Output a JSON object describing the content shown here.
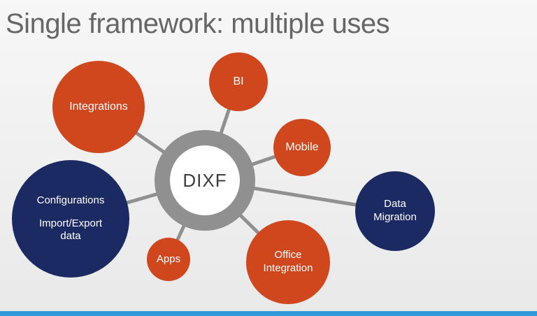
{
  "title": "Single framework: multiple uses",
  "hub": {
    "label": "DIXF"
  },
  "nodes": {
    "integrations": {
      "label": "Integrations"
    },
    "bi": {
      "label": "BI"
    },
    "mobile": {
      "label": "Mobile"
    },
    "data_migration": {
      "label": "Data Migration"
    },
    "office_integration": {
      "label": "Office Integration"
    },
    "apps": {
      "label": "Apps"
    },
    "configurations": {
      "line1": "Configurations",
      "line2": "Import/Export data"
    }
  },
  "colors": {
    "orange": "#d0471d",
    "navy": "#1c2a63",
    "hub_ring": "#909090",
    "connector": "#909090",
    "title_text": "#666666",
    "progress_bar": "#2e9bd8",
    "background": "#efefef"
  }
}
